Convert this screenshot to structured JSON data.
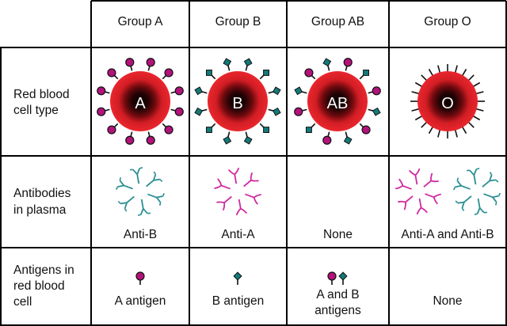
{
  "columns": [
    {
      "label": "Group A"
    },
    {
      "label": "Group B"
    },
    {
      "label": "Group AB"
    },
    {
      "label": "Group O"
    }
  ],
  "rows": [
    {
      "label_lines": [
        "Red blood",
        "cell type"
      ]
    },
    {
      "label_lines": [
        "Antibodies",
        "in plasma"
      ]
    },
    {
      "label_lines": [
        "Antigens in",
        "red blood",
        "cell"
      ]
    }
  ],
  "cells": [
    {
      "letter": "A",
      "antigens": [
        "A"
      ],
      "antibodies": [
        {
          "type": "anti-B"
        }
      ],
      "antibody_label": "Anti-B",
      "antigen_label_lines": [
        "A antigen"
      ]
    },
    {
      "letter": "B",
      "antigens": [
        "B"
      ],
      "antibodies": [
        {
          "type": "anti-A"
        }
      ],
      "antibody_label": "Anti-A",
      "antigen_label_lines": [
        "B antigen"
      ]
    },
    {
      "letter": "AB",
      "antigens": [
        "A",
        "B"
      ],
      "antibodies": [],
      "antibody_label": "None",
      "antigen_label_lines": [
        "A and B",
        "antigens"
      ]
    },
    {
      "letter": "O",
      "antigens": [],
      "antibodies": [
        {
          "type": "anti-A"
        },
        {
          "type": "anti-B"
        }
      ],
      "antibody_label": "Anti-A and Anti-B",
      "antigen_label_lines": [
        "None"
      ]
    }
  ],
  "colors": {
    "antigen_A": "#b2127a",
    "antigen_B": "#127a78",
    "antibody_anti_A": "#d0299e",
    "antibody_anti_B": "#2a8f91",
    "cell_red": "#e8242b",
    "grid": "#000000"
  }
}
